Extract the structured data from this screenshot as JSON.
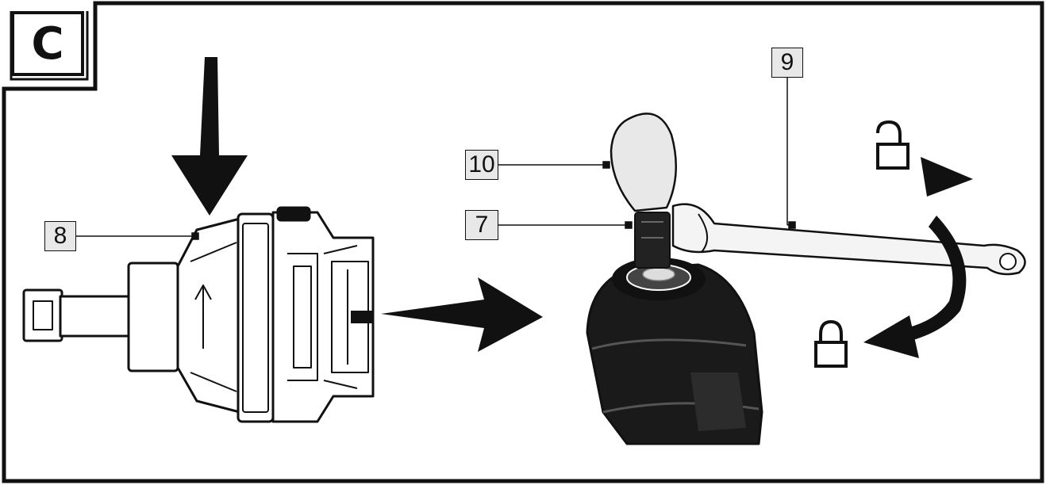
{
  "section": {
    "letter": "C"
  },
  "callouts": [
    {
      "id": "8",
      "label": "8"
    },
    {
      "id": "10",
      "label": "10"
    },
    {
      "id": "7",
      "label": "7"
    },
    {
      "id": "9",
      "label": "9"
    }
  ],
  "icons": {
    "unlock": "unlocked-padlock-icon",
    "lock": "locked-padlock-icon"
  }
}
